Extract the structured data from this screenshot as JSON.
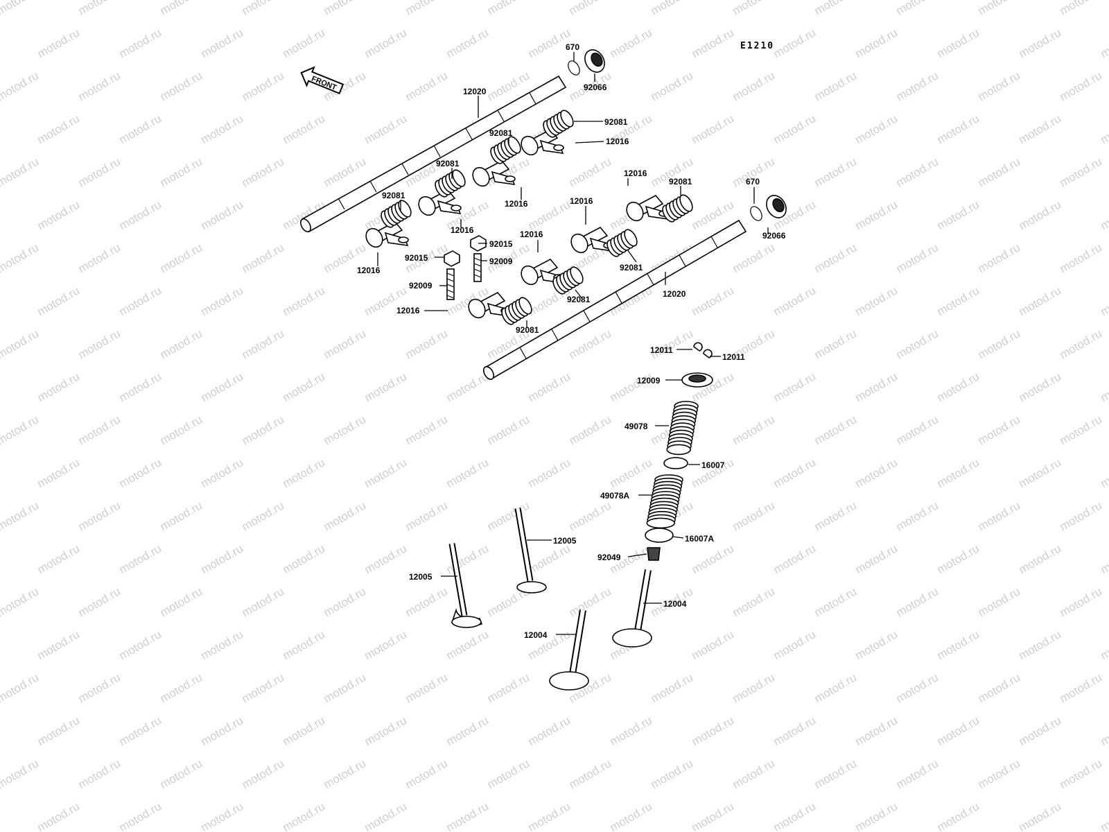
{
  "diagram_code": "E1210",
  "front_arrow_label": "FRONT",
  "watermark_text": "motod.ru",
  "labels": {
    "p670_a": "670",
    "p92066_a": "92066",
    "p670_b": "670",
    "p92066_b": "92066",
    "p12020_a": "12020",
    "p12020_b": "12020",
    "p92081_1": "92081",
    "p92081_2": "92081",
    "p92081_3": "92081",
    "p92081_4": "92081",
    "p92081_5": "92081",
    "p92081_6": "92081",
    "p92081_7": "92081",
    "p92081_8": "92081",
    "p12016_1": "12016",
    "p12016_2": "12016",
    "p12016_3": "12016",
    "p12016_4": "12016",
    "p12016_5": "12016",
    "p12016_6": "12016",
    "p12016_7": "12016",
    "p12016_8": "12016",
    "p92015_a": "92015",
    "p92015_b": "92015",
    "p92009_a": "92009",
    "p92009_b": "92009",
    "p12011_a": "12011",
    "p12011_b": "12011",
    "p12009": "12009",
    "p49078": "49078",
    "p16007": "16007",
    "p49078A": "49078A",
    "p16007A": "16007A",
    "p92049": "92049",
    "p12005_a": "12005",
    "p12005_b": "12005",
    "p12004_a": "12004",
    "p12004_b": "12004"
  }
}
